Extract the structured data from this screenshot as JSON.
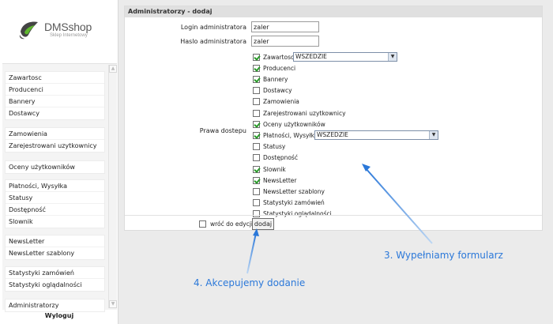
{
  "logo": {
    "brand": "DMSshop",
    "tagline": "Sklep Internetowy"
  },
  "sidebar": {
    "groups": [
      [
        "Zawartosc",
        "Producenci",
        "Bannery",
        "Dostawcy"
      ],
      [
        "Zamowienia",
        "Zarejestrowani uzytkownicy"
      ],
      [
        "Oceny użytkowników"
      ],
      [
        "Płatności, Wysyłka",
        "Statusy",
        "Dostępność",
        "Slownik"
      ],
      [
        "NewsLetter",
        "NewsLetter szablony"
      ],
      [
        "Statystyki zamówień",
        "Statystyki oglądalności"
      ],
      [
        "Administratorzy"
      ]
    ],
    "logout": "Wyloguj"
  },
  "panel": {
    "title": "Administratorzy - dodaj",
    "login_label": "Login administratora",
    "login_value": "zaler",
    "password_label": "Haslo administratora",
    "password_value": "zaler",
    "permissions_label": "Prawa dostepu",
    "permissions": [
      {
        "label": "Zawartosc",
        "checked": true,
        "select": "WSZEDZIE"
      },
      {
        "label": "Producenci",
        "checked": true
      },
      {
        "label": "Bannery",
        "checked": true
      },
      {
        "label": "Dostawcy",
        "checked": false
      },
      {
        "label": "Zamowienia",
        "checked": false
      },
      {
        "label": "Zarejestrowani uzytkownicy",
        "checked": false
      },
      {
        "label": "Oceny użytkowników",
        "checked": true
      },
      {
        "label": "Płatności, Wysyłka",
        "checked": true,
        "select": "WSZEDZIE"
      },
      {
        "label": "Statusy",
        "checked": false
      },
      {
        "label": "Dostępność",
        "checked": false
      },
      {
        "label": "Slownik",
        "checked": true
      },
      {
        "label": "NewsLetter",
        "checked": true
      },
      {
        "label": "NewsLetter szablony",
        "checked": false
      },
      {
        "label": "Statystyki zamówień",
        "checked": false
      },
      {
        "label": "Statystyki oglądalności",
        "checked": false
      }
    ],
    "back_label": "wróć do edycji",
    "back_checked": false,
    "submit_label": "dodaj"
  },
  "annotations": {
    "step3": "3. Wypełniamy formularz",
    "step4": "4. Akcepujemy dodanie"
  },
  "colors": {
    "annotation": "#2b78d9",
    "check": "#2a9a2a",
    "header_bg": "#e0e0e0"
  }
}
